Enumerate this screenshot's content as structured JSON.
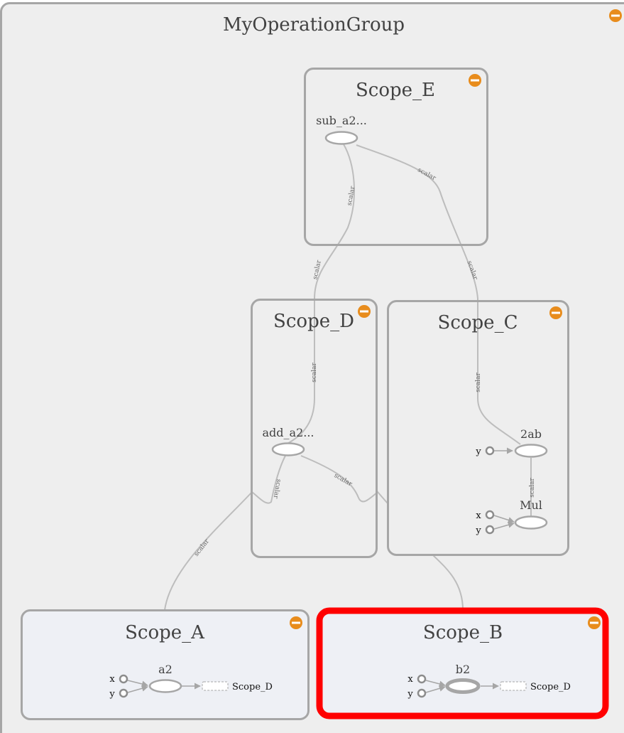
{
  "group": {
    "title": "MyOperationGroup"
  },
  "scopes": {
    "E": {
      "title": "Scope_E",
      "node": "sub_a2..."
    },
    "D": {
      "title": "Scope_D",
      "node": "add_a2..."
    },
    "C": {
      "title": "Scope_C",
      "node_2ab": "2ab",
      "node_mul": "Mul",
      "port_y_2ab": "y",
      "port_x_mul": "x",
      "port_y_mul": "y"
    },
    "A": {
      "title": "Scope_A",
      "node": "a2",
      "port_x": "x",
      "port_y": "y",
      "ref": "Scope_D"
    },
    "B": {
      "title": "Scope_B",
      "node": "b2",
      "port_x": "x",
      "port_y": "y",
      "ref": "Scope_D",
      "selected": true
    }
  },
  "edge_label": "scalar",
  "colors": {
    "background": "#eeeeee",
    "scope_fill": "#eeeeee",
    "leaf_scope_fill": "#eef0f5",
    "border": "#a6a6a6",
    "edge": "#bdbdbd",
    "collapse_button": "#e88c1c",
    "selection": "#ff0000"
  },
  "icons": {
    "collapse": "minus-circle-icon"
  }
}
